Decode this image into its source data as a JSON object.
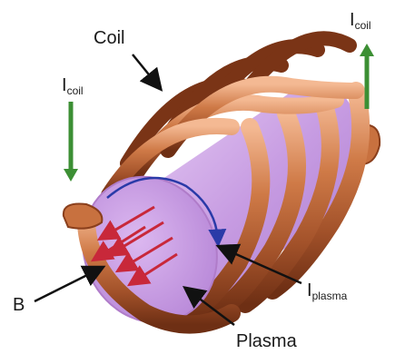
{
  "labels": {
    "coil": "Coil",
    "b": "B",
    "plasma": "Plasma",
    "i_coil_left": {
      "main": "I",
      "sub": "coil"
    },
    "i_coil_right": {
      "main": "I",
      "sub": "coil"
    },
    "i_plasma": {
      "main": "I",
      "sub": "plasma"
    }
  },
  "colors": {
    "copper_dark": "#8a3f1c",
    "copper": "#c8713f",
    "copper_light": "#f2b48c",
    "plasma": "#c99be3",
    "plasma_light": "#e6cdf3",
    "plasma_current": "#2a3aa8",
    "field_arrow": "#c8283a",
    "coil_current_arrow": "#3c8f34"
  }
}
